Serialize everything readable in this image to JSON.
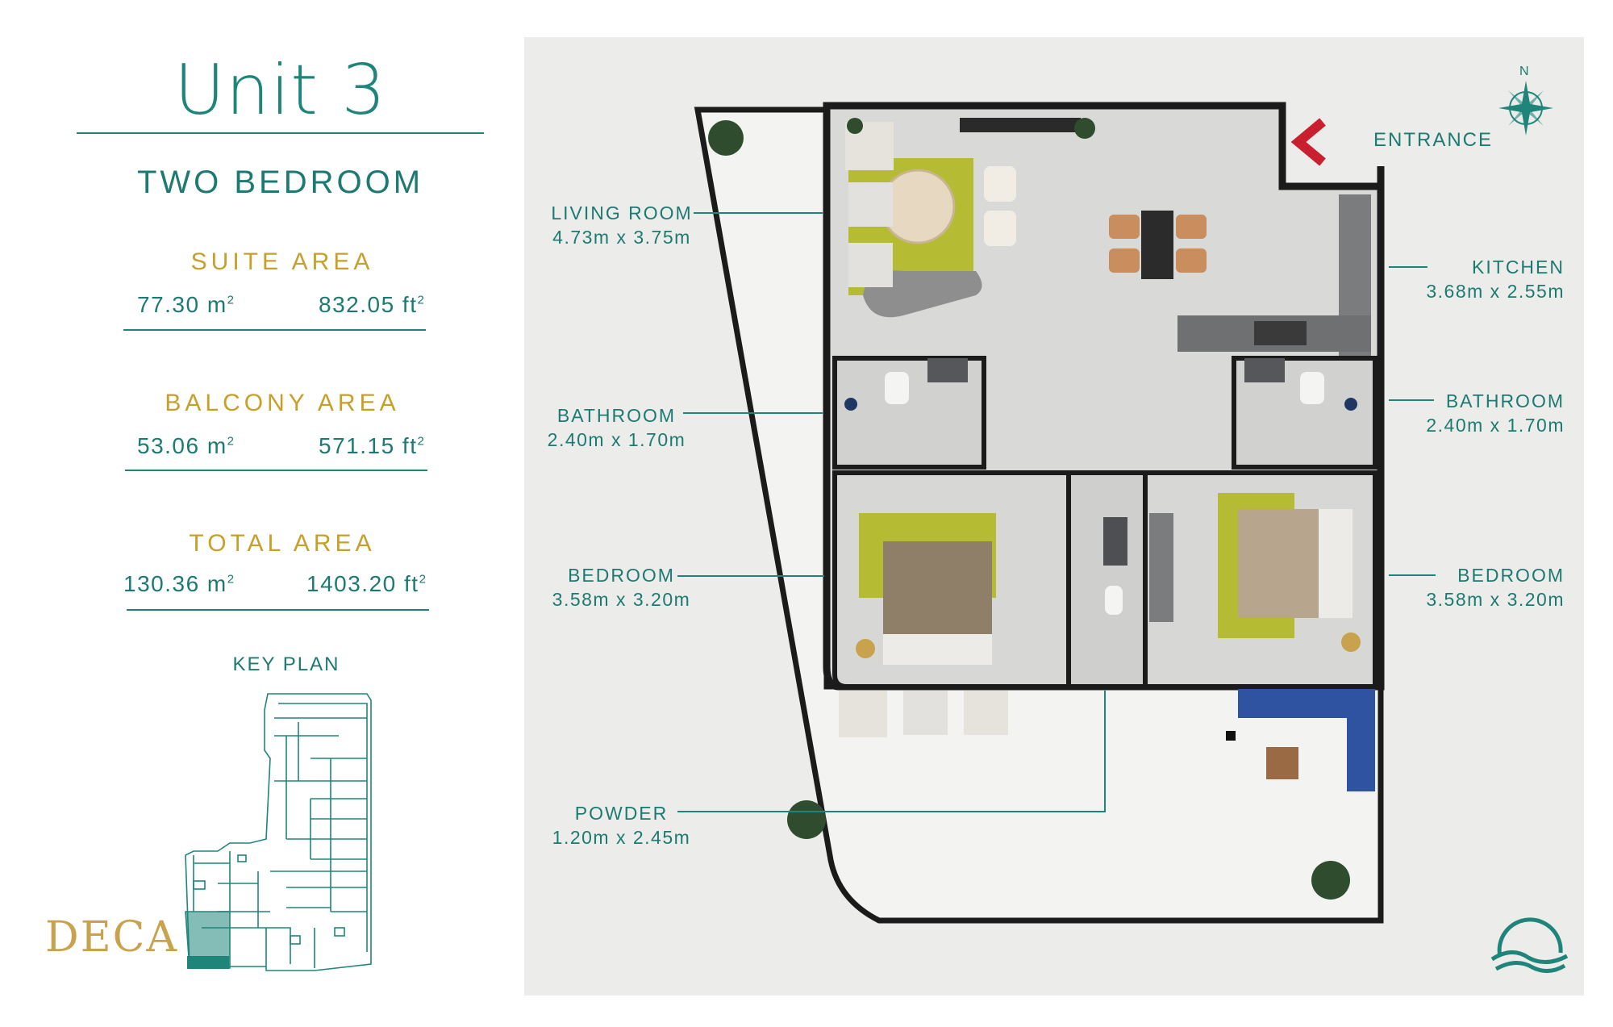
{
  "header": {
    "title": "Unit 3",
    "subtitle": "TWO BEDROOM"
  },
  "areas": [
    {
      "label": "SUITE AREA",
      "metric_value": "77.30 m",
      "metric_unit_sup": "2",
      "imperial_value": "832.05 ft",
      "imperial_unit_sup": "2"
    },
    {
      "label": "BALCONY AREA",
      "metric_value": "53.06 m",
      "metric_unit_sup": "2",
      "imperial_value": "571.15 ft",
      "imperial_unit_sup": "2"
    },
    {
      "label": "TOTAL AREA",
      "metric_value": "130.36 m",
      "metric_unit_sup": "2",
      "imperial_value": "1403.20 ft",
      "imperial_unit_sup": "2"
    }
  ],
  "key_plan": {
    "label": "KEY PLAN"
  },
  "brand": {
    "logo_text": "DECA"
  },
  "plan": {
    "entrance_label": "ENTRANCE",
    "compass_label": "N",
    "rooms": [
      {
        "name": "LIVING ROOM",
        "dims": "4.73m x 3.75m"
      },
      {
        "name": "BATHROOM",
        "dims": "2.40m x 1.70m"
      },
      {
        "name": "BEDROOM",
        "dims": "3.58m x 3.20m"
      },
      {
        "name": "POWDER",
        "dims": "1.20m x 2.45m"
      },
      {
        "name": "KITCHEN",
        "dims": "3.68m x 2.55m"
      },
      {
        "name": "BATHROOM",
        "dims": "2.40m x 1.70m"
      },
      {
        "name": "BEDROOM",
        "dims": "3.58m x 3.20m"
      }
    ]
  },
  "colors": {
    "teal": "#1f857b",
    "gold": "#c7a02a",
    "plan_background": "#ecedea",
    "floor": "#dcdddb",
    "balcony": "#f1f2f0",
    "rug_green": "#b5bb33",
    "entrance_arrow": "#c8202e",
    "sofa_blue": "#2f53a0"
  }
}
